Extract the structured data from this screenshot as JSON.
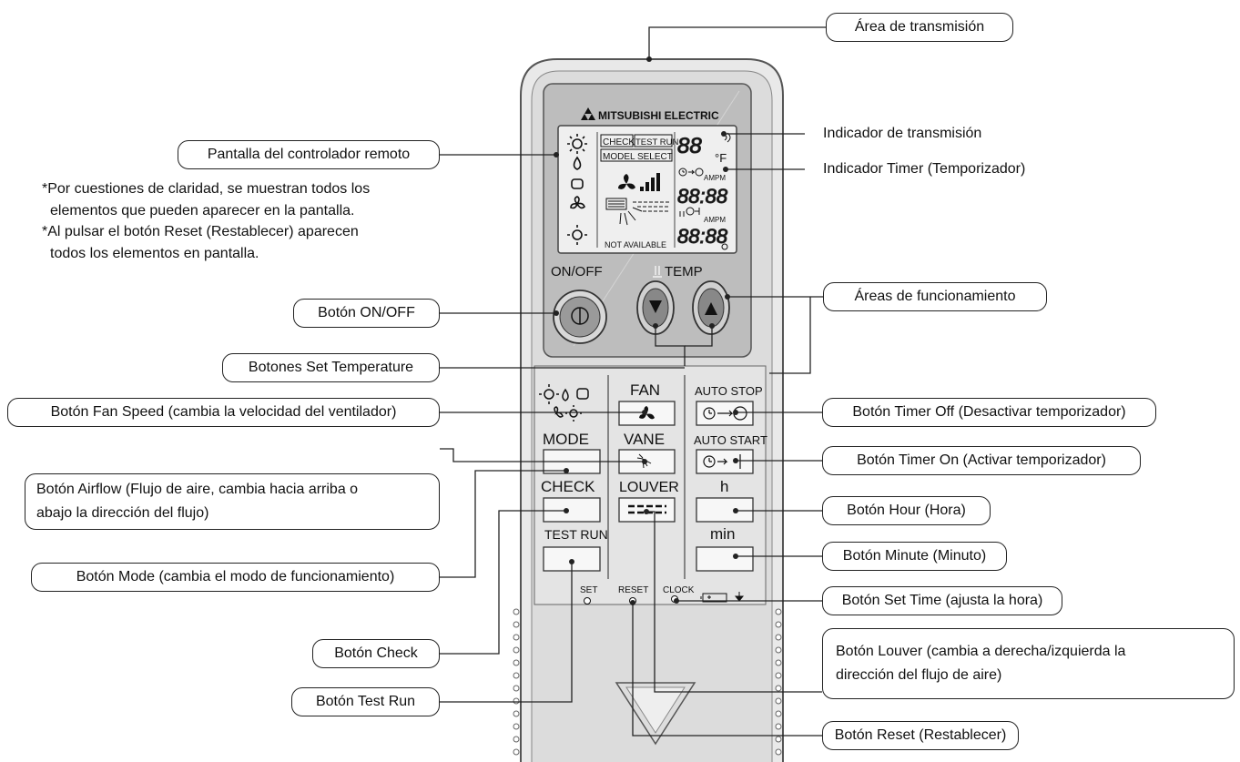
{
  "remote": {
    "brand": "MITSUBISHI ELECTRIC",
    "display": {
      "check": "CHECK",
      "test_run": "TEST RUN",
      "model_select": "MODEL SELECT",
      "not_available": "NOT AVAILABLE",
      "ampm": "AMPM",
      "digits": "88:88",
      "temp_digits": "88",
      "temp_unit": "°F"
    },
    "buttons": {
      "on_off": "ON/OFF",
      "temp": "TEMP",
      "fan": "FAN",
      "mode": "MODE",
      "vane": "VANE",
      "check": "CHECK",
      "louver": "LOUVER",
      "test_run": "TEST RUN",
      "auto_stop": "AUTO STOP",
      "auto_start": "AUTO START",
      "hour": "h",
      "minute": "min",
      "set": "SET",
      "reset": "RESET",
      "clock": "CLOCK"
    }
  },
  "callouts": {
    "transmission_area": "Área de transmisión",
    "remote_display": "Pantalla del controlador remoto",
    "transmission_indicator": "Indicador de transmisión",
    "timer_indicator": "Indicador Timer (Temporizador)",
    "on_off_button": "Botón ON/OFF",
    "operating_areas": "Áreas de funcionamiento",
    "set_temp_buttons": "Botones Set Temperature",
    "fan_speed_button": "Botón Fan Speed (cambia la velocidad del ventilador)",
    "timer_off_button": "Botón Timer Off (Desactivar temporizador)",
    "timer_on_button": "Botón Timer On (Activar temporizador)",
    "airflow_button_l1": "Botón Airflow (Flujo de aire, cambia hacia arriba o",
    "airflow_button_l2": "abajo la dirección del flujo)",
    "hour_button": "Botón Hour (Hora)",
    "minute_button": "Botón Minute (Minuto)",
    "mode_button": "Botón Mode (cambia el modo de funcionamiento)",
    "set_time_button": "Botón Set Time (ajusta la hora)",
    "check_button": "Botón Check",
    "louver_button_l1": "Botón Louver (cambia a derecha/izquierda la",
    "louver_button_l2": "dirección del flujo de aire)",
    "test_run_button": "Botón Test Run",
    "reset_button": "Botón Reset (Restablecer)"
  },
  "notes": {
    "note1_l1": "*Por cuestiones de claridad, se muestran todos los",
    "note1_l2": "elementos que pueden aparecer en la pantalla.",
    "note2_l1": "*Al pulsar el botón Reset (Restablecer) aparecen",
    "note2_l2": "todos los elementos en pantalla."
  }
}
